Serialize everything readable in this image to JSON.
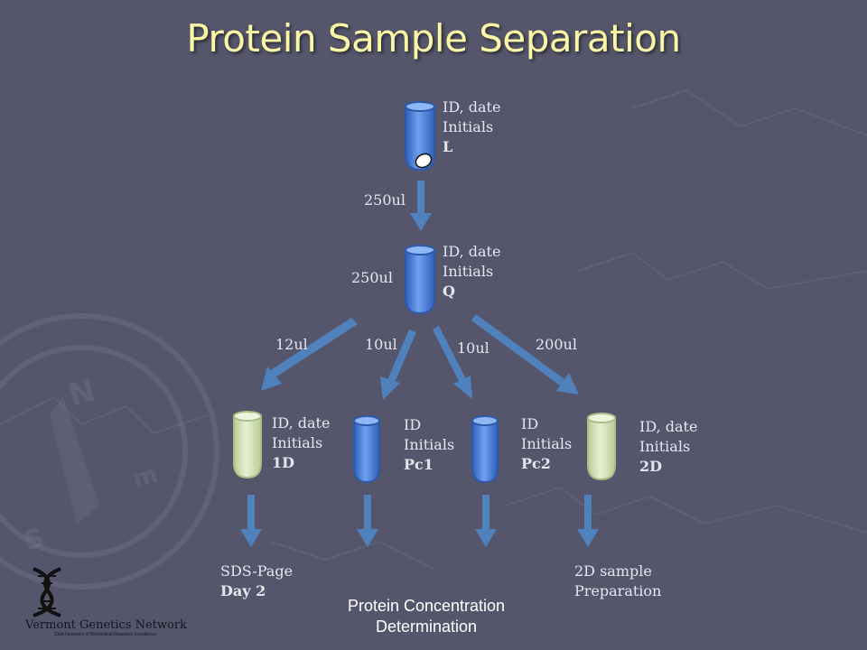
{
  "title": "Protein Sample Separation",
  "tubes": {
    "L": {
      "lines": [
        "ID, date",
        "Initials"
      ],
      "code": "L"
    },
    "Q": {
      "lines": [
        "ID, date",
        "Initials"
      ],
      "code": "Q"
    },
    "1D": {
      "lines": [
        "ID, date",
        "Initials"
      ],
      "code": "1D"
    },
    "Pc1": {
      "lines": [
        "ID",
        "Initials"
      ],
      "code": "Pc1"
    },
    "Pc2": {
      "lines": [
        "ID",
        "Initials"
      ],
      "code": "Pc2"
    },
    "2D": {
      "lines": [
        "ID, date",
        "Initials"
      ],
      "code": "2D"
    }
  },
  "volumes": {
    "transfer": "250ul",
    "q_volume": "250ul",
    "to_1d": "12ul",
    "to_pc1": "10ul",
    "to_pc2": "10ul",
    "to_2d": "200ul"
  },
  "outcomes": {
    "sds_line1": "SDS-Page",
    "sds_line2": "Day 2",
    "pcd_line1": "Protein Concentration",
    "pcd_line2": "Determination",
    "prep_line1": "2D sample",
    "prep_line2": "Preparation"
  },
  "logo": {
    "name": "Vermont Genetics Network",
    "tagline": "IDeA Networks of Biomedical Research Excellence"
  },
  "colors": {
    "background": "#55566b",
    "title": "#fbf7a5",
    "arrow": "#4f81bd",
    "blue_tube": "#4f86e0",
    "green_tube": "#d7e4bd"
  }
}
